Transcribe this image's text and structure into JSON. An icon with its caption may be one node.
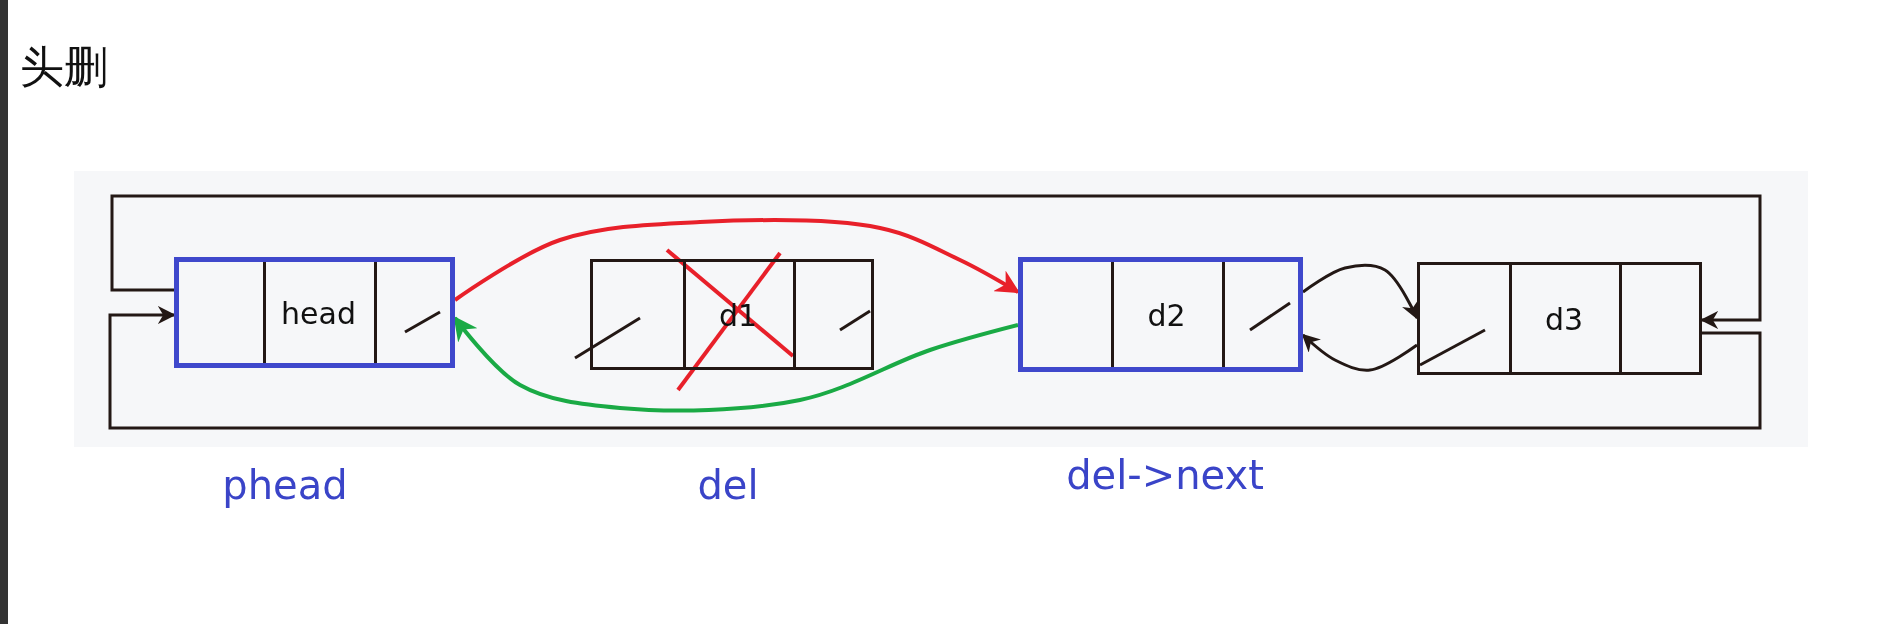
{
  "diagram": {
    "title": "头删",
    "nodes": [
      {
        "text": [
          "head"
        ]
      },
      {
        "text": [
          "d1"
        ]
      },
      {
        "text": [
          "d2"
        ]
      },
      {
        "text": [
          "d3"
        ]
      }
    ],
    "edges": [
      {
        "from": 0,
        "to": 2,
        "arrow": "to",
        "color": "#e8202a"
      },
      {
        "from": 2,
        "to": 0,
        "arrow": "to",
        "color": "#1aaa45"
      },
      {
        "from": 2,
        "to": 3,
        "arrow": "to"
      },
      {
        "from": 3,
        "to": 2,
        "arrow": "to"
      },
      {
        "from": 0,
        "to": 3,
        "arrow": "to"
      },
      {
        "from": 3,
        "to": 0,
        "arrow": "to"
      }
    ],
    "labels": [
      "phead",
      "del",
      "del->next"
    ]
  }
}
